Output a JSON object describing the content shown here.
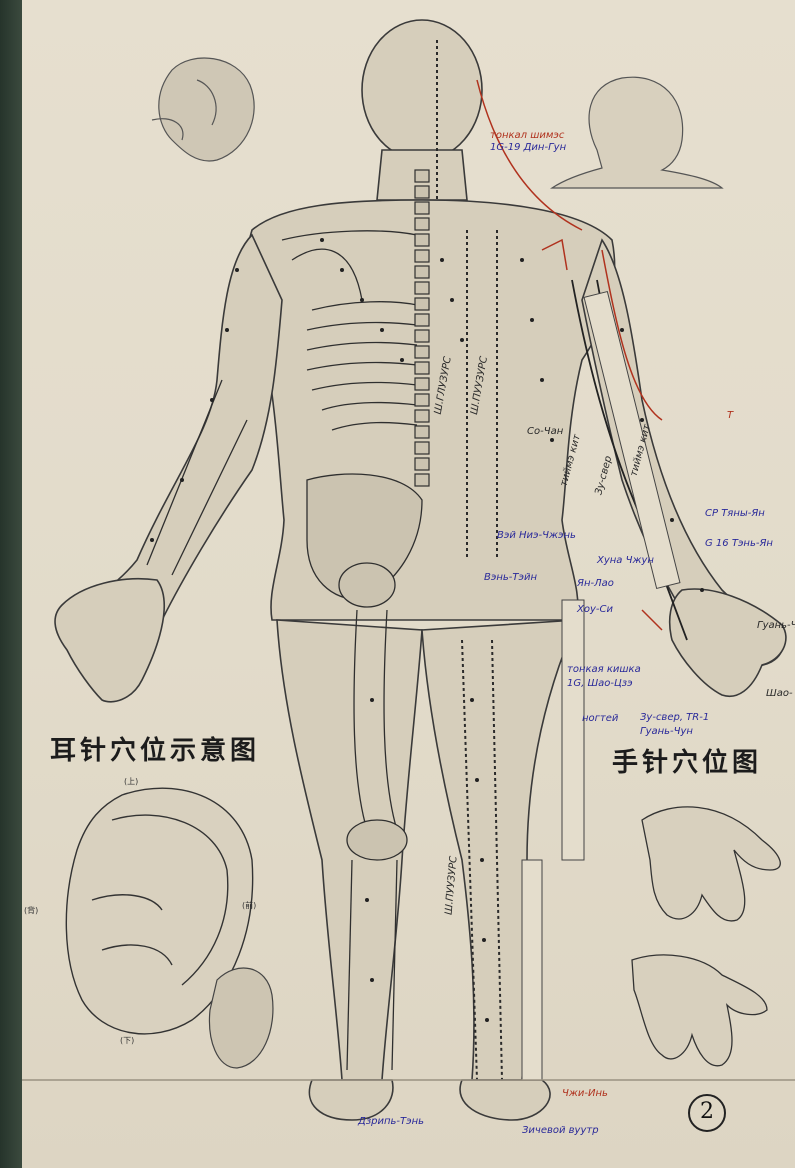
{
  "headings": {
    "ear_chart": "耳针穴位示意图",
    "hand_chart": "手针穴位图"
  },
  "page_number": "2",
  "ear_labels": {
    "top": "(上)",
    "bottom": "(下)",
    "front": "(前)",
    "back": "(背)"
  },
  "annotations": {
    "neck": "тонкал шимэс",
    "neck_point": "1G-19 Дин-Гун",
    "shoulder": "Т",
    "arm_meridian": "Зу-свер",
    "arm_left": "тиймэ кит",
    "arm_right": "тиймэ кит",
    "elbow": "Со-Чан",
    "wrist_left": "Вэй Ниэ-Чжэнь",
    "wrist_point": "Хуна Чжун",
    "hand_a": "СР Тяны-Ян",
    "hand_b": "G 16 Тэнь-Ян",
    "hand_c": "Ян-Лао",
    "hand_d": "Хоу-Си",
    "fingertip": "Гуань-Чун",
    "finger_right": "Шао-",
    "hip": "Вэнь-Тэйн",
    "small_intestine": "тонкая кишка",
    "small_point": "1G, Шао-Цзэ",
    "lower_left": "ногтей",
    "lower_point": "Зу-свер, TR-1",
    "lower_point2": "Гуань-Чун",
    "leg": "Ш.ПУУЗУРС",
    "back_line_1": "Ш.ГЛУЗУРС",
    "back_line_2": "Ш.ПУУЗУРС",
    "foot_top": "Чжи-Инь",
    "foot_left": "Дзрипь-Тэнь",
    "foot_right": "Зичевой вуутр"
  },
  "colors": {
    "paper": "#e3dccb",
    "ink": "#2b2b2b",
    "blue_ink": "#2a2a9a",
    "red_ink": "#b0321e"
  }
}
